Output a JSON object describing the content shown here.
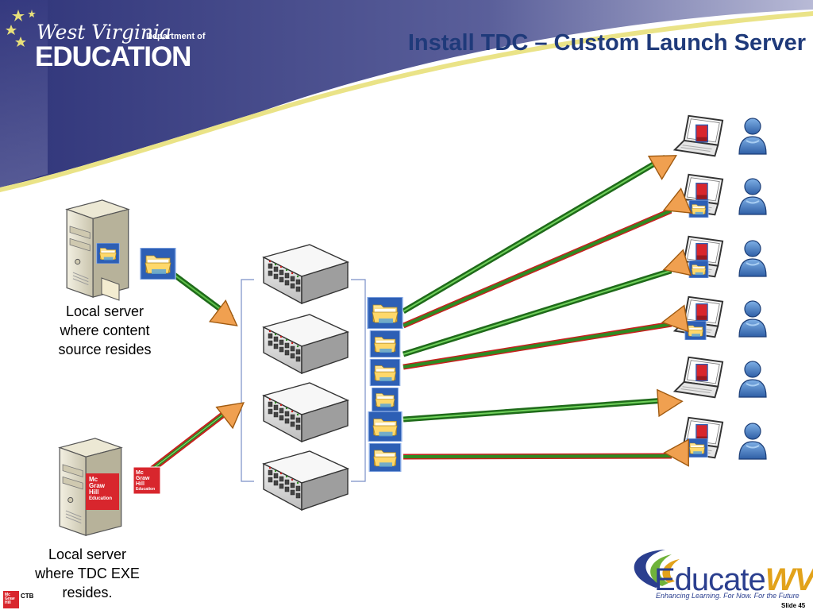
{
  "slide": {
    "title": "Install TDC – Custom Launch Server",
    "slide_number": "Slide 45"
  },
  "header_logo": {
    "state": "West Virginia",
    "department": "Department of",
    "word": "EDUCATION"
  },
  "footer_logo": {
    "name_main": "Educate",
    "name_accent": "WV",
    "tagline": "Enhancing Learning. For Now. For the Future"
  },
  "vendor_logo": {
    "mh_lines": [
      "Mc",
      "Graw",
      "Hill"
    ],
    "ctb": "CTB"
  },
  "nodes": {
    "content_server": {
      "caption_lines": [
        "Local server",
        "where content",
        "source resides"
      ]
    },
    "tdc_server": {
      "caption_lines": [
        "Local server",
        "where TDC EXE",
        "resides."
      ],
      "badge_lines": [
        "Mc",
        "Graw",
        "Hill",
        "Education"
      ]
    }
  },
  "icons": {
    "server": "server-tower-icon",
    "folder": "folder-icon",
    "switch": "network-switch-icon",
    "laptop": "laptop-icon",
    "user": "user-icon",
    "arrowhead": "arrowhead-icon"
  },
  "colors": {
    "title": "#1f3a7a",
    "header_band": "#3b3f86",
    "accent_gold": "#e8e07a",
    "line_green": "#2e8b22",
    "line_red": "#c8201f",
    "arrow_orange": "#f0a050",
    "mcgraw_red": "#d8262d",
    "user_blue": "#4a7fbf"
  }
}
